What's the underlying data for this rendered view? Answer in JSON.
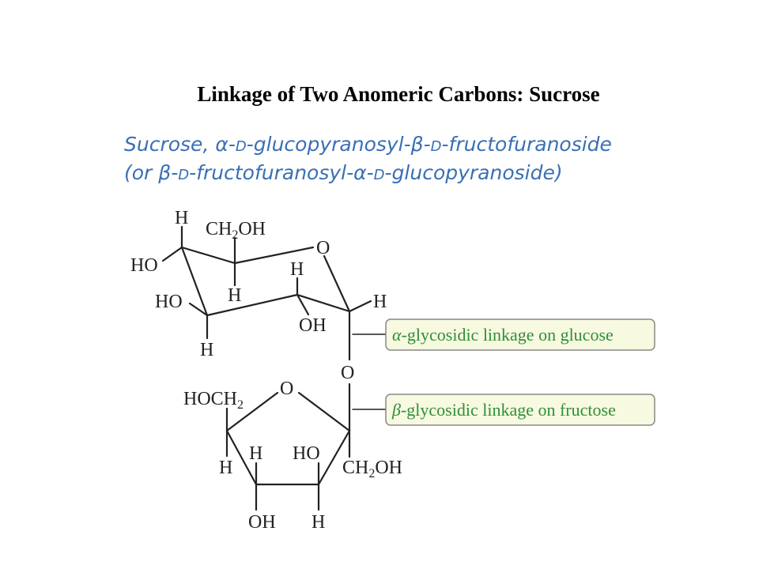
{
  "title": "Linkage of Two Anomeric Carbons: Sucrose",
  "subtitle": {
    "line1": {
      "a": "Sucrose, ",
      "alpha": "α",
      "b": "-",
      "d1": "d",
      "c": "-glucopyranosyl-",
      "beta": "β",
      "e": "-",
      "d2": "d",
      "f": "-fructofuranoside"
    },
    "line2": {
      "a": "(or ",
      "beta": "β",
      "b": "-",
      "d1": "d",
      "c": "-fructofuranosyl-",
      "alpha": "α",
      "e": "-",
      "d2": "d",
      "f": "-glucopyranoside)"
    }
  },
  "atoms": {
    "glucose_O": "O",
    "glucose_CH2OH_pre": "CH",
    "glucose_CH2OH_sub": "2",
    "glucose_CH2OH_post": "OH",
    "g_H_top": "H",
    "g_HO_1": "HO",
    "g_HO_2": "HO",
    "g_H_c4": "H",
    "g_H_c3": "H",
    "g_H_c2": "H",
    "g_OH_c2": "OH",
    "g_H_c1": "H",
    "bridge_O": "O",
    "fructose_O": "O",
    "f_HOCH2_pre": "HOCH",
    "f_HOCH2_sub": "2",
    "f_H_c5": "H",
    "f_H_c4": "H",
    "f_HO_c3": "HO",
    "f_OH_c4": "OH",
    "f_H_c3": "H",
    "f_CH2OH_pre": "CH",
    "f_CH2OH_sub": "2",
    "f_CH2OH_post": "OH"
  },
  "callouts": {
    "alpha": {
      "symbol": "α",
      "text": "-glycosidic linkage on glucose"
    },
    "beta": {
      "symbol": "β",
      "text": "-glycosidic linkage on fructose"
    }
  },
  "colors": {
    "subtitle": "#3a6fb5",
    "callout_text": "#2f8f3a",
    "callout_fill": "#f7f9e0",
    "bond": "#222222"
  }
}
